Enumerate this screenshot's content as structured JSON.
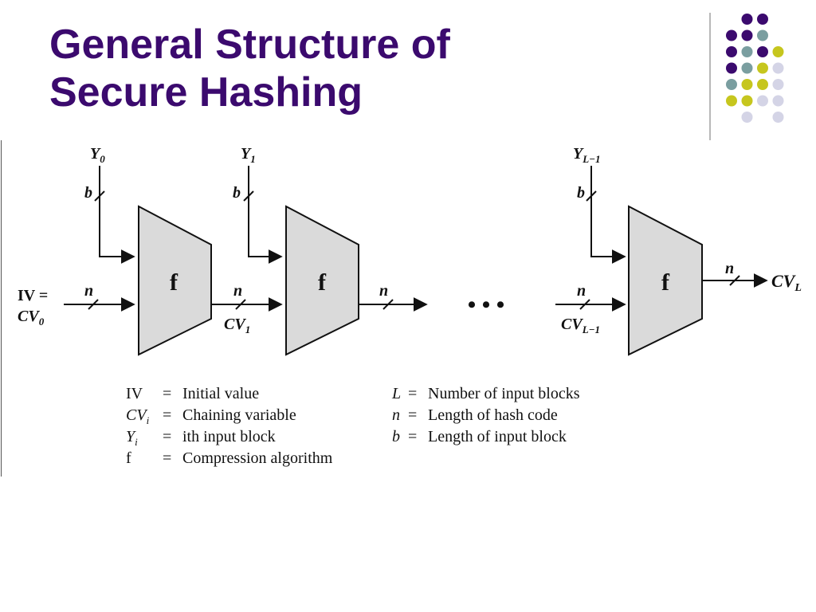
{
  "slide": {
    "title_line1": "General Structure of",
    "title_line2": "Secure Hashing"
  },
  "diagram": {
    "inputs": [
      {
        "letter": "Y",
        "sub": "0"
      },
      {
        "letter": "Y",
        "sub": "1"
      },
      {
        "letter": "Y",
        "sub": "L−1"
      }
    ],
    "block_width_label": "b",
    "hash_len_label": "n",
    "function_label": "f",
    "iv_text": "IV =",
    "cv_letter": "CV",
    "cv0_sub": "0",
    "cv1_sub": "1",
    "cvLm1_sub": "L−1",
    "cvL_sub": "L",
    "ellipsis": "•  •  •"
  },
  "legend": {
    "left": [
      {
        "sym": "IV",
        "sub": "",
        "eq": "=",
        "desc": "Initial value"
      },
      {
        "sym": "CV",
        "sub": "i",
        "eq": "=",
        "desc": "Chaining variable"
      },
      {
        "sym": "Y",
        "sub": "i",
        "eq": "=",
        "desc": "ith input block"
      },
      {
        "sym": "f",
        "sub": "",
        "eq": "=",
        "desc": "Compression algorithm"
      }
    ],
    "right": [
      {
        "sym": "L",
        "eq": "=",
        "desc": "Number of input blocks"
      },
      {
        "sym": "n",
        "eq": "=",
        "desc": "Length of hash code"
      },
      {
        "sym": "b",
        "eq": "=",
        "desc": "Length of input block"
      }
    ]
  },
  "decoration": {
    "colors": [
      "#3b0a6e",
      "#7a9ea0",
      "#c6c61e",
      "#d4d4e6"
    ]
  }
}
